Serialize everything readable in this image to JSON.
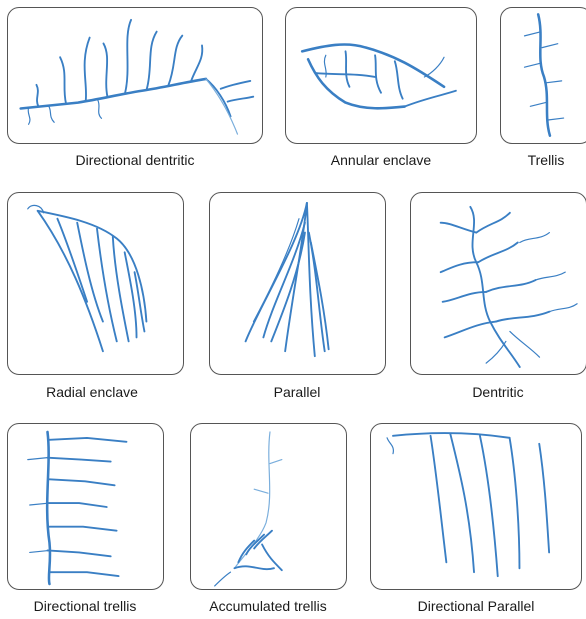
{
  "panels": [
    {
      "id": "directional-dentritic",
      "label": "Directional dentritic"
    },
    {
      "id": "annular-enclave",
      "label": "Annular enclave"
    },
    {
      "id": "trellis",
      "label": "Trellis"
    },
    {
      "id": "radial-enclave",
      "label": "Radial enclave"
    },
    {
      "id": "parallel",
      "label": "Parallel"
    },
    {
      "id": "dentritic",
      "label": "Dentritic"
    },
    {
      "id": "directional-trellis",
      "label": "Directional trellis"
    },
    {
      "id": "accumulated-trellis",
      "label": "Accumulated trellis"
    },
    {
      "id": "directional-parallel",
      "label": "Directional Parallel"
    }
  ],
  "colors": {
    "river": "#3a7fc4",
    "river_light": "#7aaedc",
    "border": "#555555"
  }
}
